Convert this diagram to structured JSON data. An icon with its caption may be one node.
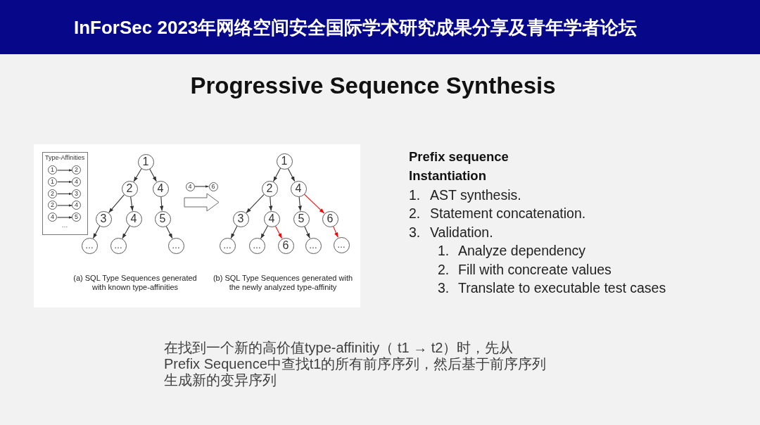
{
  "diagram": {
    "title": "Progressive Sequence Synthesis",
    "nodes": [
      {
        "text": [
          "InForSec 2023年网络空间安全国际学术研究成果分享及青年学者论坛"
        ]
      },
      {
        "text": [
          "Type-Affinities",
          "…"
        ]
      },
      {
        "text": [
          "1"
        ],
        "in": 1
      },
      {
        "text": [
          "2"
        ],
        "in": 1
      },
      {
        "text": [
          "1"
        ],
        "in": 1
      },
      {
        "text": [
          "4"
        ],
        "in": 1
      },
      {
        "text": [
          "2"
        ],
        "in": 1
      },
      {
        "text": [
          "3"
        ],
        "in": 1
      },
      {
        "text": [
          "2"
        ],
        "in": 1
      },
      {
        "text": [
          "4"
        ],
        "in": 1
      },
      {
        "text": [
          "4"
        ],
        "in": 1
      },
      {
        "text": [
          "5"
        ],
        "in": 1
      },
      {
        "text": [],
        "shape": "picture",
        "beside": [
          "(a) SQL Type Sequences generated with known type-affinities"
        ]
      },
      {
        "text": [
          "1"
        ],
        "in": 12
      },
      {
        "text": [
          "2"
        ],
        "in": 12
      },
      {
        "text": [
          "4"
        ],
        "in": 12
      },
      {
        "text": [
          "3"
        ],
        "in": 12
      },
      {
        "text": [
          "4"
        ],
        "in": 12
      },
      {
        "text": [
          "5"
        ],
        "in": 12
      },
      {
        "text": [
          "…"
        ],
        "in": 12
      },
      {
        "text": [
          "…"
        ],
        "in": 12
      },
      {
        "text": [
          "…"
        ],
        "in": 12
      },
      {
        "text": [
          "4"
        ]
      },
      {
        "text": [
          "6"
        ]
      },
      {
        "text": [],
        "shape": "picture",
        "beside": [
          "(b) SQL Type Sequences generated with the newly analyzed type-affinity"
        ]
      },
      {
        "text": [
          "1"
        ],
        "in": 24
      },
      {
        "text": [
          "2"
        ],
        "in": 24
      },
      {
        "text": [
          "4"
        ],
        "in": 24
      },
      {
        "text": [
          "3"
        ],
        "in": 24
      },
      {
        "text": [
          "4"
        ],
        "in": 24
      },
      {
        "text": [
          "5"
        ],
        "in": 24
      },
      {
        "text": [
          "6"
        ],
        "in": 24
      },
      {
        "text": [
          "…"
        ],
        "in": 24
      },
      {
        "text": [
          "…"
        ],
        "in": 24
      },
      {
        "text": [
          "6"
        ],
        "in": 24
      },
      {
        "text": [
          "…"
        ],
        "in": 24
      },
      {
        "text": [
          "…"
        ],
        "in": 24
      }
    ],
    "edges": [
      {
        "from": 2,
        "to": 3,
        "arrow": "to"
      },
      {
        "from": 4,
        "to": 5,
        "arrow": "to"
      },
      {
        "from": 6,
        "to": 7,
        "arrow": "to"
      },
      {
        "from": 8,
        "to": 9,
        "arrow": "to"
      },
      {
        "from": 10,
        "to": 11,
        "arrow": "to"
      },
      {
        "from": 13,
        "to": 14,
        "arrow": "to"
      },
      {
        "from": 13,
        "to": 15,
        "arrow": "to"
      },
      {
        "from": 14,
        "to": 16,
        "arrow": "to"
      },
      {
        "from": 14,
        "to": 17,
        "arrow": "to"
      },
      {
        "from": 15,
        "to": 18,
        "arrow": "to"
      },
      {
        "from": 16,
        "to": 19,
        "arrow": "to"
      },
      {
        "from": 17,
        "to": 20,
        "arrow": "to"
      },
      {
        "from": 18,
        "to": 21,
        "arrow": "to"
      },
      {
        "from": 22,
        "to": 23,
        "arrow": "to"
      },
      {
        "from": 25,
        "to": 26,
        "arrow": "to"
      },
      {
        "from": 25,
        "to": 27,
        "arrow": "to"
      },
      {
        "from": 26,
        "to": 28,
        "arrow": "to"
      },
      {
        "from": 26,
        "to": 29,
        "arrow": "to"
      },
      {
        "from": 27,
        "to": 30,
        "arrow": "to"
      },
      {
        "from": 27,
        "to": 31,
        "arrow": "to",
        "color": "#ff0000"
      },
      {
        "from": 28,
        "to": 32,
        "arrow": "to"
      },
      {
        "from": 29,
        "to": 33,
        "arrow": "to"
      },
      {
        "from": 29,
        "to": 34,
        "arrow": "to",
        "color": "#ff0000"
      },
      {
        "from": 30,
        "to": 35,
        "arrow": "to"
      },
      {
        "from": 31,
        "to": 36,
        "arrow": "to",
        "color": "#ff0000"
      },
      {
        "from": 12,
        "to": 24,
        "arrow": "to",
        "style": "thick"
      }
    ],
    "labels": [
      "Prefix sequence Instantiation",
      "1.",
      "AST synthesis.",
      "2.",
      "Statement concatenation.",
      "3.",
      "Validation.",
      "1.",
      "Analyze dependency",
      "2.",
      "Fill with concreate values",
      "3.",
      "Translate to executable test cases",
      "在找到一个新的高价值type-affinitiy（ t1 → t2）时，先从Prefix Sequence中查找t1的所有前序序列，然后基于前序序列生成新的变异序列"
    ]
  }
}
